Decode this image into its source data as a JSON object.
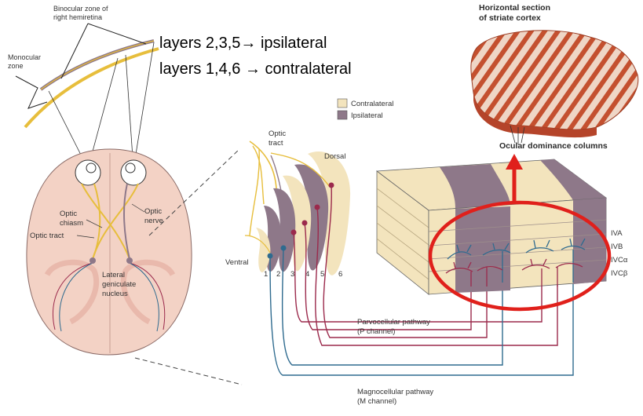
{
  "header": {
    "line1": "layers 2,3,5→ ipsilateral",
    "line2": "layers 1,4,6 → contralateral"
  },
  "retina": {
    "binocular_label_1": "Binocular zone of",
    "binocular_label_2": "right hemiretina",
    "monocular_label_1": "Monocular",
    "monocular_label_2": "zone"
  },
  "brain": {
    "optic_chiasm_1": "Optic",
    "optic_chiasm_2": "chiasm",
    "optic_nerve_1": "Optic",
    "optic_nerve_2": "nerve",
    "optic_tract": "Optic tract",
    "lgn_1": "Lateral",
    "lgn_2": "geniculate",
    "lgn_3": "nucleus"
  },
  "legend": {
    "items": [
      {
        "label": "Contralateral",
        "color": "#f3e4bd"
      },
      {
        "label": "Ipsilateral",
        "color": "#8e7889"
      }
    ]
  },
  "lgn": {
    "optic_tract_1": "Optic",
    "optic_tract_2": "tract",
    "dorsal": "Dorsal",
    "ventral": "Ventral",
    "layers": [
      "1",
      "2",
      "3",
      "4",
      "5",
      "6"
    ]
  },
  "cortex": {
    "section_1": "Horizontal section",
    "section_2": "of striate cortex",
    "ocular": "Ocular dominance columns",
    "layers": [
      "IVA",
      "IVB",
      "IVCα",
      "IVCβ"
    ]
  },
  "pathways": {
    "parvo_1": "Parvocellular pathway",
    "parvo_2": "(P channel)",
    "magno_1": "Magnocellular pathway",
    "magno_2": "(M channel)"
  },
  "colors": {
    "contralateral": "#f3e4bd",
    "ipsilateral": "#8e7889",
    "parvo": "#9b2a4c",
    "magno": "#2f6b8f",
    "axon_yellow": "#e7be3c",
    "highlight": "#e0201b"
  }
}
